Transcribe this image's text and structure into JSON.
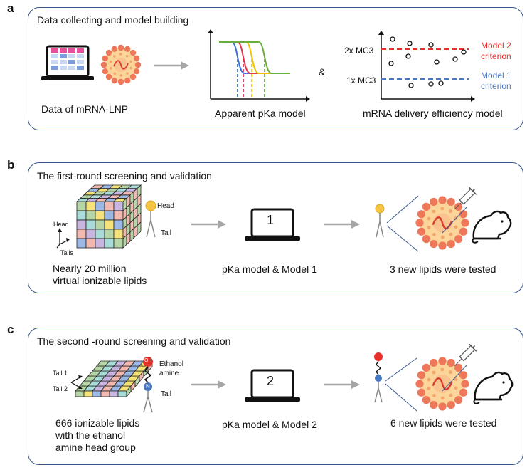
{
  "panels": {
    "a": {
      "letter": "a",
      "title": "Data collecting and model building",
      "data_label": "Data of mRNA-LNP",
      "pka_label": "Apparent pKa model",
      "ampersand": "&",
      "efficiency_label": "mRNA delivery efficiency model",
      "mc3_2x": "2x MC3",
      "mc3_1x": "1x MC3",
      "model2_criterion": [
        "Model 2",
        "criterion"
      ],
      "model1_criterion": [
        "Model 1",
        "criterion"
      ]
    },
    "b": {
      "letter": "b",
      "title": "The first-round screening and validation",
      "cube_head": "Head",
      "cube_tails": "Tails",
      "lipid_head": "Head",
      "lipid_tail": "Tail",
      "laptop_number": "1",
      "library_label": [
        "Nearly 20 million",
        "virtual ionizable lipids"
      ],
      "model_label": "pKa model & Model 1",
      "result_label": "3 new lipids were tested"
    },
    "c": {
      "letter": "c",
      "title": "The second -round screening and validation",
      "tail1": "Tail 1",
      "tail2": "Tail 2",
      "head_group": [
        "Ethanol",
        "amine"
      ],
      "lipid_tail": "Tail",
      "oh": "OH",
      "n": "N",
      "laptop_number": "2",
      "library_label": [
        "666 ionizable lipids",
        "with  the ethanol",
        "amine head group"
      ],
      "model_label": "pKa model & Model 2",
      "result_label": "6 new lipids were tested"
    }
  },
  "colors": {
    "panel_border": "#3a5a8c",
    "red_criterion": "#e8302a",
    "blue_criterion": "#4a78c0",
    "arrow": "#a6a6a6",
    "lnp_outer": "#f0785a",
    "lnp_inner": "#fcd59a",
    "curve_blue": "#3f6fd1",
    "curve_red": "#e6334c",
    "curve_yellow": "#f2c200",
    "curve_green": "#6aac3d"
  }
}
